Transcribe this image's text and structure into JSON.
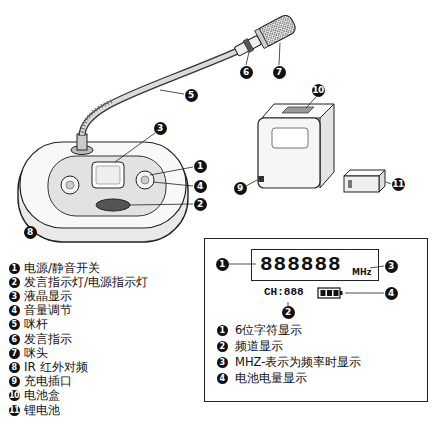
{
  "diagram": {
    "nodes": [
      {
        "text": [
          "6位字符显示",
          "频道显示",
          "MHZ-表示为频率时显示",
          "电池电量显示"
        ]
      },
      {
        "text": [
          "888888",
          "MHz"
        ],
        "in": 0
      }
    ],
    "labels": [
      "6",
      "7",
      "5",
      "3",
      "10",
      "1",
      "4",
      "9",
      "11",
      "2",
      "8",
      "1",
      "电源/静音开关",
      "2",
      "发言指示灯/电源指示灯",
      "3",
      "液晶显示",
      "4",
      "音量调节",
      "5",
      "咪杆",
      "6",
      "发言指示",
      "7",
      "咪头",
      "8",
      "IR 红外对频",
      "9",
      "充电插口",
      "10",
      "电池盒",
      "11",
      "锂电池",
      "1",
      "3",
      "CH:888",
      "4",
      "2",
      "1",
      "2",
      "3",
      "4"
    ]
  }
}
